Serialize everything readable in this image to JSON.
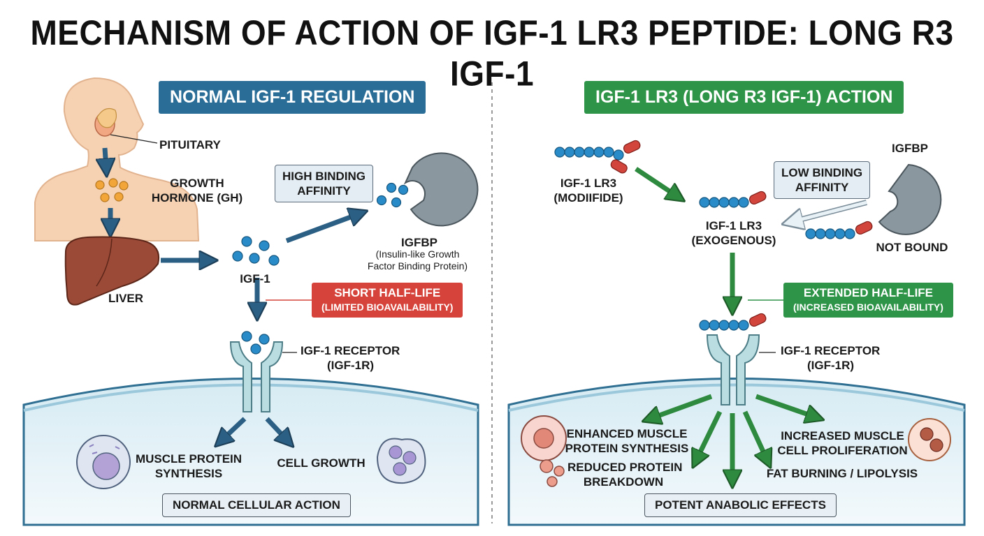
{
  "title": "MECHANISM OF ACTION OF IGF-1 LR3 PEPTIDE: LONG R3 IGF-1",
  "colors": {
    "blue_header": "#2a6d97",
    "green_header": "#2e9448",
    "red_badge": "#d6433b",
    "blue_arrow": "#2b5f84",
    "green_arrow": "#2d8a3e",
    "bead_blue": "#2a8bc9",
    "peptide_red": "#d2453d",
    "receptor": "#b9dde1",
    "igfbp_gray": "#8a979f",
    "skin": "#f6d2b3",
    "liver": "#9c4a38"
  },
  "left": {
    "header": "NORMAL IGF-1 REGULATION",
    "pituitary": "PITUITARY",
    "gh_line1": "GROWTH",
    "gh_line2": "HORMONE (GH)",
    "liver": "LIVER",
    "igf1": "IGF-1",
    "binding_line1": "HIGH BINDING",
    "binding_line2": "AFFINITY",
    "igfbp": "IGFBP",
    "igfbp_desc_line1": "(Insulin-like Growth",
    "igfbp_desc_line2": "Factor Binding Protein)",
    "halflife_line1": "SHORT HALF-LIFE",
    "halflife_line2": "(LIMITED BIOAVAILABILITY)",
    "receptor_line1": "IGF-1 RECEPTOR",
    "receptor_line2": "(IGF-1R)",
    "effect1_line1": "MUSCLE PROTEIN",
    "effect1_line2": "SYNTHESIS",
    "effect2": "CELL GROWTH",
    "footer": "NORMAL CELLULAR ACTION"
  },
  "right": {
    "header": "IGF-1 LR3 (LONG R3 IGF-1) ACTION",
    "modified_line1": "IGF-1 LR3",
    "modified_line2": "(MODIIFIDE)",
    "igfbp": "IGFBP",
    "binding_line1": "LOW BINDING",
    "binding_line2": "AFFINITY",
    "exo_line1": "IGF-1 LR3",
    "exo_line2": "(EXOGENOUS)",
    "not_bound": "NOT BOUND",
    "halflife_line1": "EXTENDED HALF-LIFE",
    "halflife_line2": "(INCREASED BIOAVAILABILITY)",
    "receptor_line1": "IGF-1 RECEPTOR",
    "receptor_line2": "(IGF-1R)",
    "effect1_line1": "ENHANCED MUSCLE",
    "effect1_line2": "PROTEIN SYNTHESIS",
    "effect2_line1": "REDUCED PROTEIN",
    "effect2_line2": "BREAKDOWN",
    "effect3_line1": "INCREASED MUSCLE",
    "effect3_line2": "CELL PROLIFERATION",
    "effect4": "FAT BURNING / LIPOLYSIS",
    "footer": "POTENT ANABOLIC EFFECTS"
  }
}
